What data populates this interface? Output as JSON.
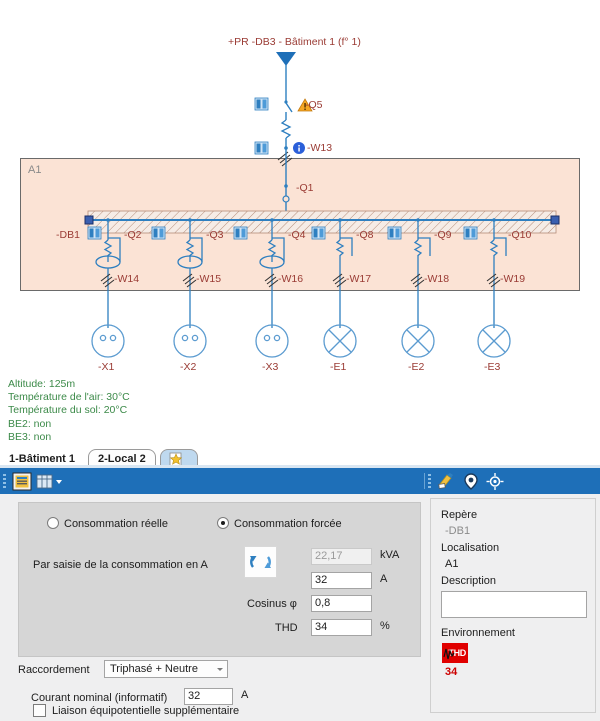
{
  "diagram": {
    "feeder_title": "+PR -DB3 - Bâtiment 1 (f° 1)",
    "zone_label": "A1",
    "incomer": {
      "q5": "-Q5",
      "w13": "-W13",
      "q1": "-Q1",
      "db1": "-DB1",
      "warn_icon": "warning-triangle-icon",
      "info_icon": "info-circle-icon"
    },
    "branches": [
      {
        "breaker": "-Q2",
        "cable": "-W14",
        "load": "-X1",
        "load_type": "socket"
      },
      {
        "breaker": "-Q3",
        "cable": "-W15",
        "load": "-X2",
        "load_type": "socket"
      },
      {
        "breaker": "-Q4",
        "cable": "-W16",
        "load": "-X3",
        "load_type": "socket"
      },
      {
        "breaker": "-Q8",
        "cable": "-W17",
        "load": "-E1",
        "load_type": "lamp"
      },
      {
        "breaker": "-Q9",
        "cable": "-W18",
        "load": "-E2",
        "load_type": "lamp"
      },
      {
        "breaker": "-Q10",
        "cable": "-W19",
        "load": "-E3",
        "load_type": "lamp"
      }
    ],
    "environment_note": "Altitude: 125m\nTempérature de l'air: 30°C\nTempérature du sol: 20°C\nBE2: non\nBE3: non"
  },
  "tabs": [
    {
      "label": "1-Bâtiment 1",
      "active": true
    },
    {
      "label": "2-Local 2",
      "active": false
    }
  ],
  "toolbar": {
    "items": [
      {
        "name": "properties-sheet-icon"
      },
      {
        "name": "table-view-icon"
      },
      {
        "name": "paintbrush-icon"
      },
      {
        "name": "location-pin-icon"
      },
      {
        "name": "target-crosshair-icon"
      }
    ]
  },
  "form": {
    "radio_real": "Consommation réelle",
    "radio_forced": "Consommation forcée",
    "radio_selected": "forced",
    "entry_mode_label": "Par saisie de la consommation en A",
    "sync_icon": "refresh-sync-icon",
    "power_value": "22,17",
    "power_unit": "kVA",
    "current_value": "32",
    "current_unit": "A",
    "cosinus_label": "Cosinus φ",
    "cosinus_value": "0,8",
    "thd_label": "THD",
    "thd_value": "34",
    "thd_unit": "%",
    "raccordement_label": "Raccordement",
    "raccordement_value": "Triphasé + Neutre",
    "courant_nominal_label": "Courant nominal (informatif)",
    "courant_nominal_value": "32",
    "courant_nominal_unit": "A",
    "liaison_label": "Liaison équipotentielle supplémentaire",
    "liaison_checked": false
  },
  "properties": {
    "repere_label": "Repère",
    "repere_value": "-DB1",
    "localisation_label": "Localisation",
    "localisation_value": "A1",
    "description_label": "Description",
    "description_value": "",
    "environnement_label": "Environnement",
    "thd_badge_text": "THD",
    "thd_badge_value": "34"
  },
  "colors": {
    "accent_blue": "#1e6fb8",
    "diagram_line": "#2e7fc0",
    "label_red": "#9a3b34",
    "zone_fill": "#fbe3d5",
    "note_green": "#3c8a49",
    "alarm_red": "#e00000"
  }
}
